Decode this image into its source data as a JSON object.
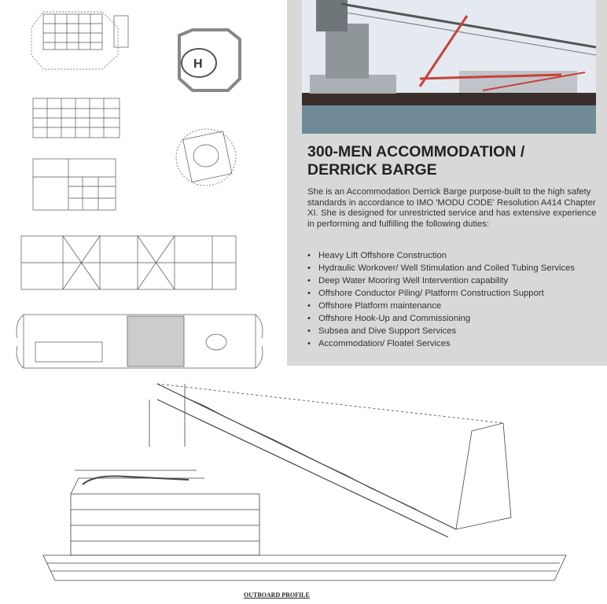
{
  "title": "300-MEN ACCOMMODATION / DERRICK BARGE",
  "intro": "She is an Accommodation Derrick Barge purpose-built to the high safety standards in accordance to IMO 'MODU CODE' Resolution A414 Chapter XI. She is designed for unrestricted service and has extensive experience in performing and fulfilling the following duties:",
  "duties": [
    "Heavy Lift Offshore Construction",
    "Hydraulic Workover/ Well Stimulation and Coiled Tubing  Services",
    "Deep Water Mooring Well Intervention capability",
    "Offshore Conductor Piling/ Platform Construction Support",
    "Offshore Platform maintenance",
    "Offshore Hook-Up and Commissioning",
    "Subsea and Dive Support Services",
    "Accommodation/ Floatel Services"
  ],
  "helideck_mark": "H",
  "profile_caption": "OUTBOARD PROFILE",
  "colors": {
    "panel": "#d8d8d8",
    "sky": "#dfe6ec",
    "sea": "#6f8a9a",
    "hull": "#3a2e2a",
    "crane": "#c8413a"
  }
}
